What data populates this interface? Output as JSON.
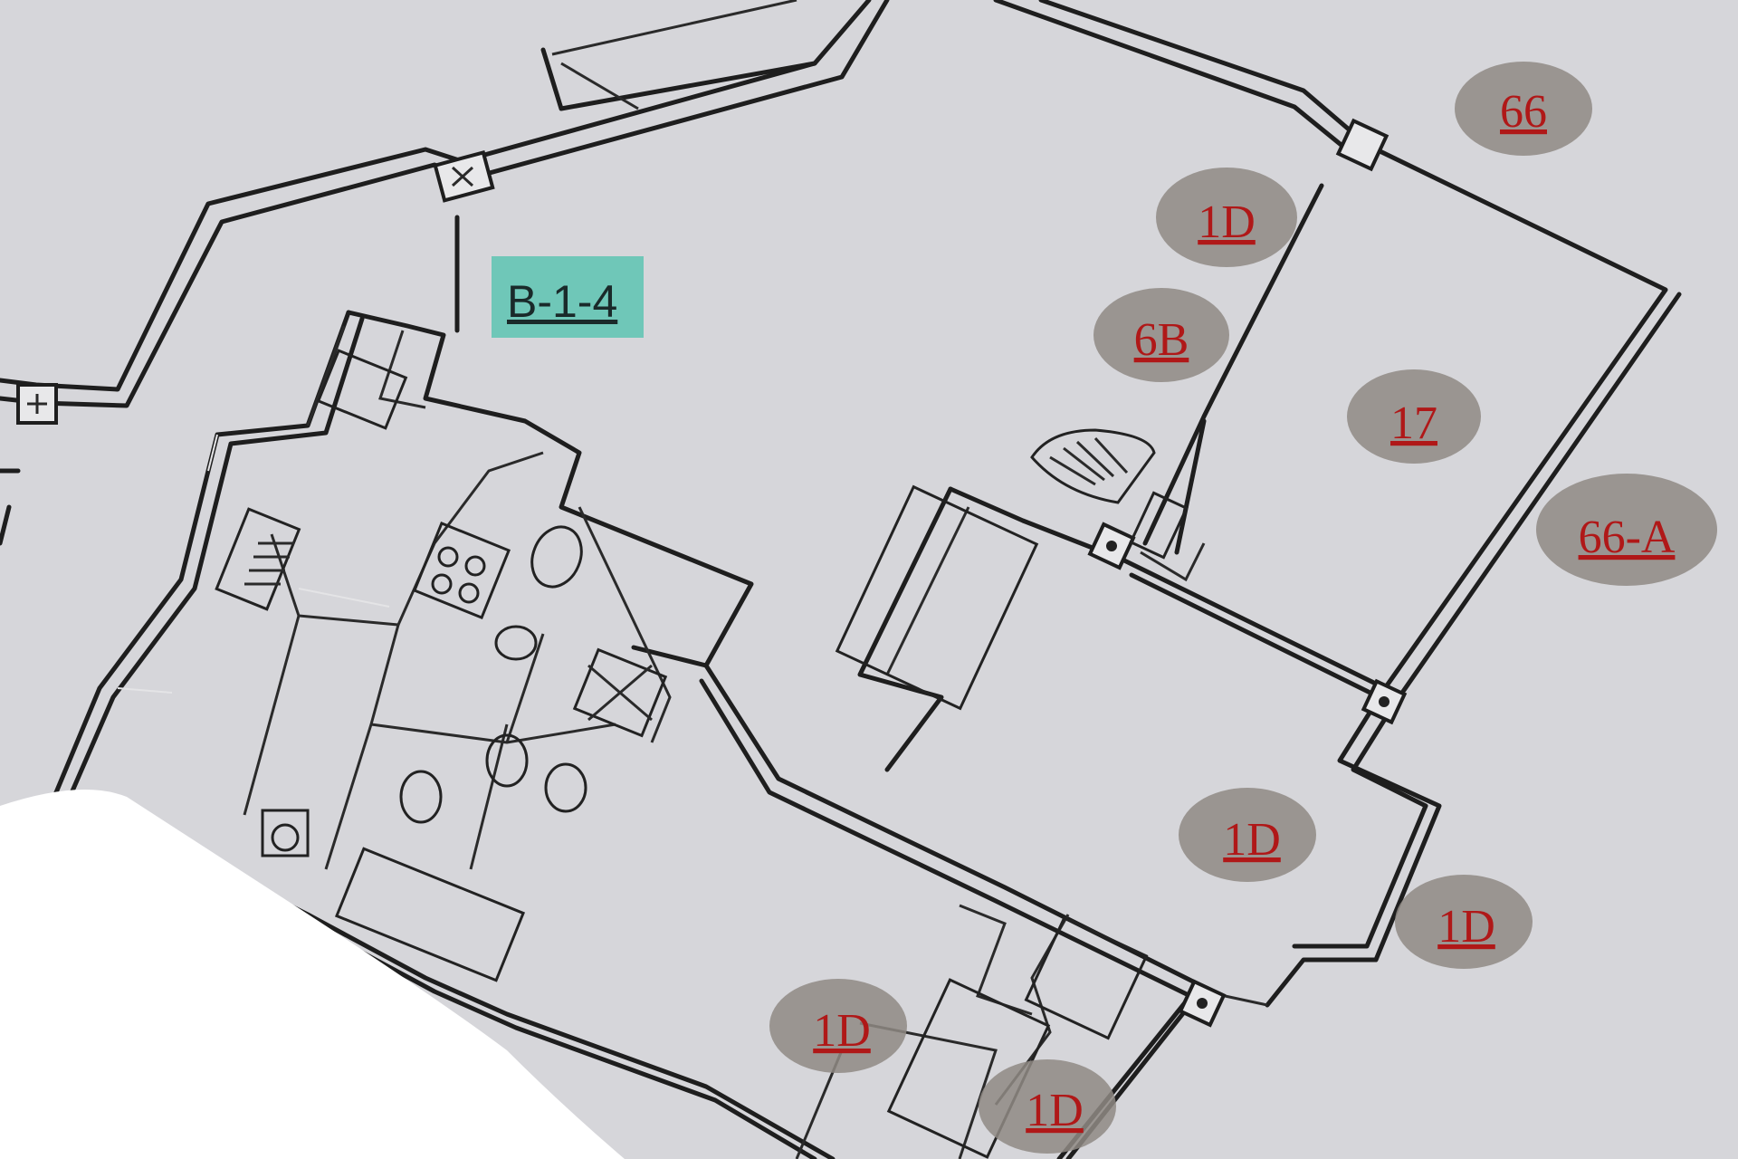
{
  "unit_label": {
    "text": "B-1-4",
    "color": "#6fc7b8"
  },
  "tags": [
    {
      "id": "tag-66",
      "text": "66"
    },
    {
      "id": "tag-1d-top",
      "text": "1D"
    },
    {
      "id": "tag-6b",
      "text": "6B"
    },
    {
      "id": "tag-17",
      "text": "17"
    },
    {
      "id": "tag-66a",
      "text": "66-A"
    },
    {
      "id": "tag-1d-mid",
      "text": "1D"
    },
    {
      "id": "tag-1d-right",
      "text": "1D"
    },
    {
      "id": "tag-1d-bottom-left",
      "text": "1D"
    },
    {
      "id": "tag-1d-bottom",
      "text": "1D"
    }
  ],
  "colors": {
    "background": "#d6d6da",
    "walls": "#1e1e1e",
    "tag_bubble": "#8f8a84",
    "tag_text": "#b01818",
    "redaction": "#ffffff"
  }
}
